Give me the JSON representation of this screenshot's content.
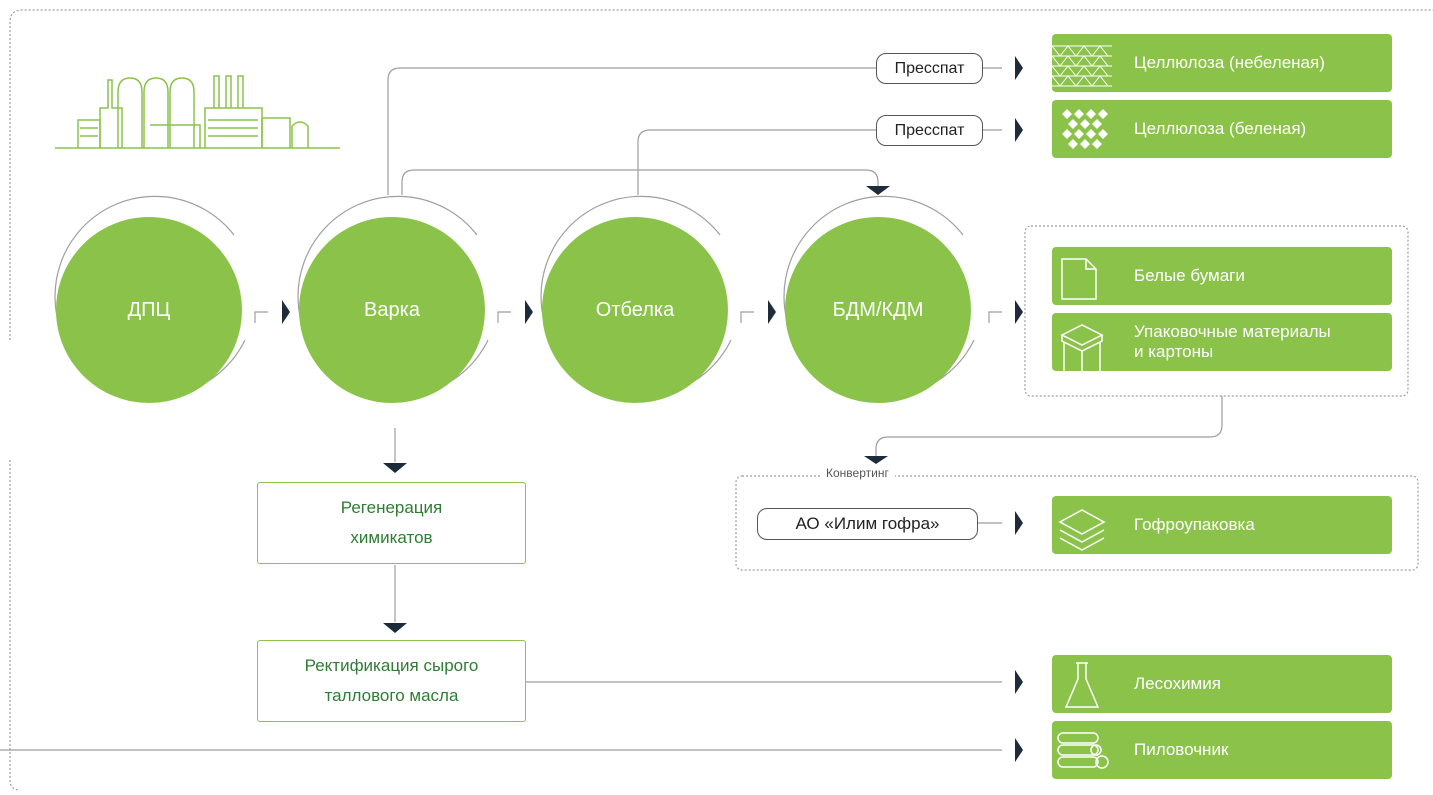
{
  "colors": {
    "accent": "#8bc34a",
    "arrow": "#1d2b3a",
    "line": "#9e9e9e",
    "process_text": "#2e7d32"
  },
  "factory_icon": "factory-icon",
  "stages": [
    {
      "label": "ДПЦ"
    },
    {
      "label": "Варка"
    },
    {
      "label": "Отбелка"
    },
    {
      "label": "БДМ/КДМ"
    }
  ],
  "intermediate_labels": {
    "presspat_1": "Пресспат",
    "presspat_2": "Пресспат",
    "ilim_gofra": "АО «Илим гофра»"
  },
  "processes": {
    "regeneration": {
      "line1": "Регенерация",
      "line2": "химикатов"
    },
    "rectification": {
      "line1": "Ректификация сырого",
      "line2": "таллового масла"
    }
  },
  "converting_group": {
    "title": "Конвертинг"
  },
  "products": [
    {
      "label": "Целлюлоза (небеленая)",
      "icon": "unbleached-pulp-icon"
    },
    {
      "label": "Целлюлоза (беленая)",
      "icon": "bleached-pulp-icon"
    },
    {
      "label": "Белые бумаги",
      "icon": "paper-sheet-icon"
    },
    {
      "line1": "Упаковочные материалы",
      "line2": "и картоны",
      "icon": "box-icon"
    },
    {
      "label": "Гофроупаковка",
      "icon": "corrugated-stack-icon"
    },
    {
      "label": "Лесохимия",
      "icon": "flask-icon"
    },
    {
      "label": "Пиловочник",
      "icon": "logs-icon"
    }
  ]
}
